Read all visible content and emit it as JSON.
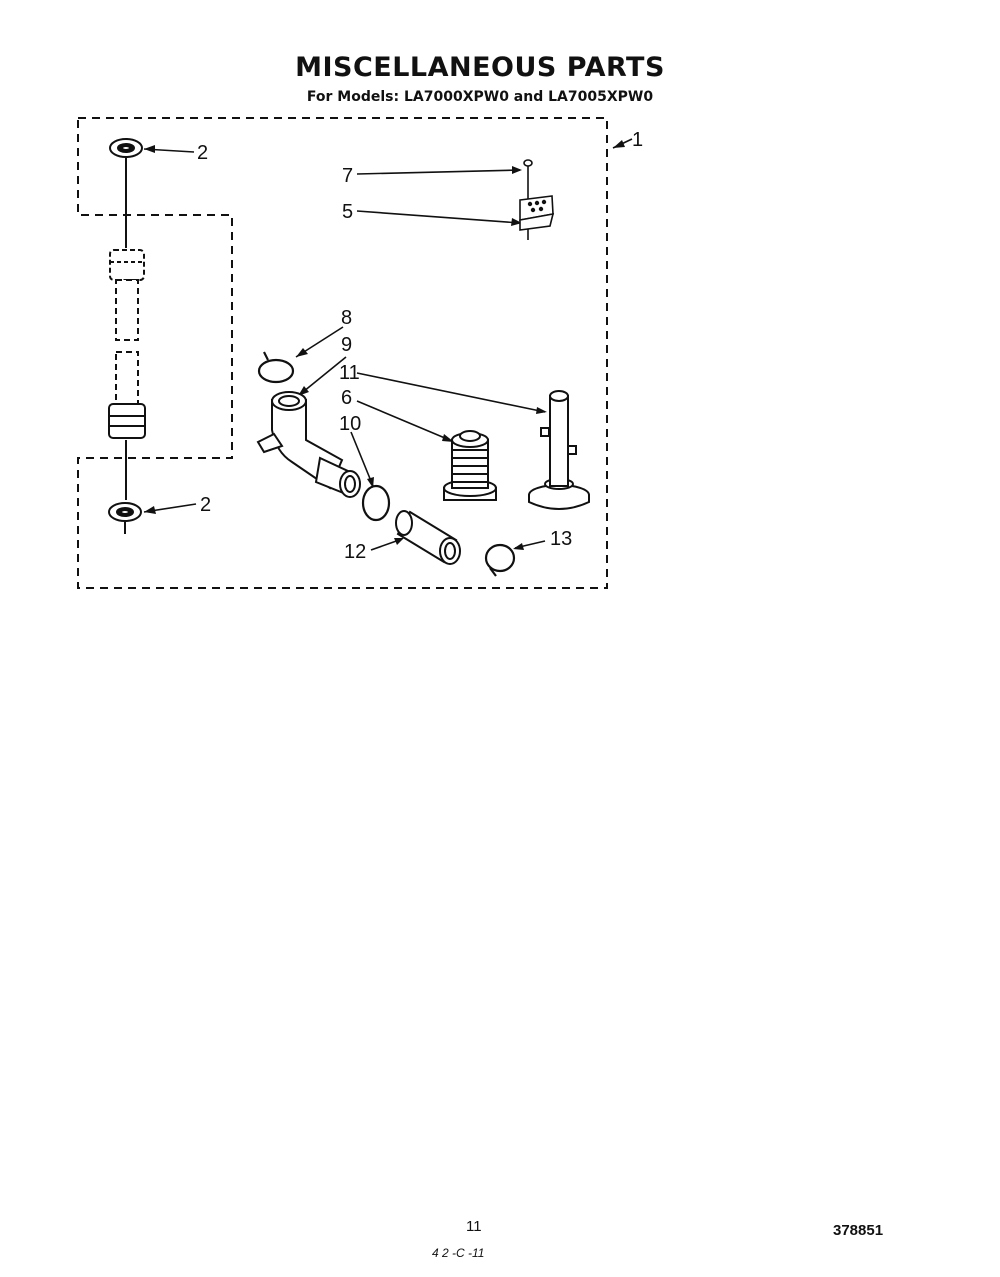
{
  "header": {
    "title": "MISCELLANEOUS PARTS",
    "subtitle": "For Models: LA7000XPW0 and LA7005XPW0"
  },
  "callouts": {
    "c1": "1",
    "c2a": "2",
    "c2b": "2",
    "c5": "5",
    "c6": "6",
    "c7": "7",
    "c8": "8",
    "c9": "9",
    "c10": "10",
    "c11": "11",
    "c12": "12",
    "c13": "13"
  },
  "footer": {
    "page_number": "11",
    "doc_code": "378851",
    "handwritten_note": "4 2 -C -11"
  }
}
